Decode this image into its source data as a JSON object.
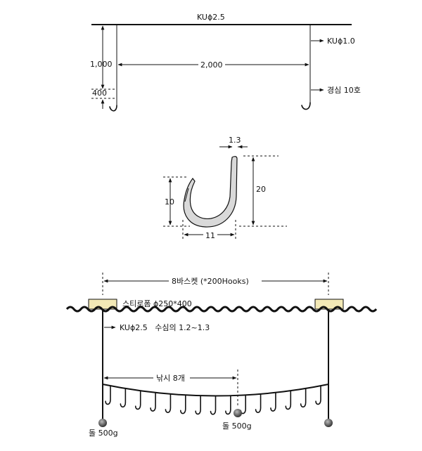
{
  "top_diagram": {
    "mainline_label": "KUϕ2.5",
    "branch_label": "KUϕ1.0",
    "hook_label": "경심 10호",
    "dim_vertical": "1,000",
    "dim_hook": "400",
    "dim_span": "2,000"
  },
  "hook_detail": {
    "dim_gap": "1.3",
    "dim_height": "20",
    "dim_left": "10",
    "dim_width": "11"
  },
  "bottom_diagram": {
    "basket_label": "8바스켓 (*200Hooks)",
    "float_label": "스티로폼 ϕ250*400",
    "line_label": "KUϕ2.5   수심의 1.2~1.3",
    "hooks_label": "낚시 8개",
    "stone_left_label": "돌 500g",
    "stone_mid_label": "돌 500g",
    "hook_count": 15
  },
  "colors": {
    "line": "#111111",
    "float": "#f3e9b6",
    "stone": "#555555",
    "hook_fill": "#d9d9d9"
  }
}
